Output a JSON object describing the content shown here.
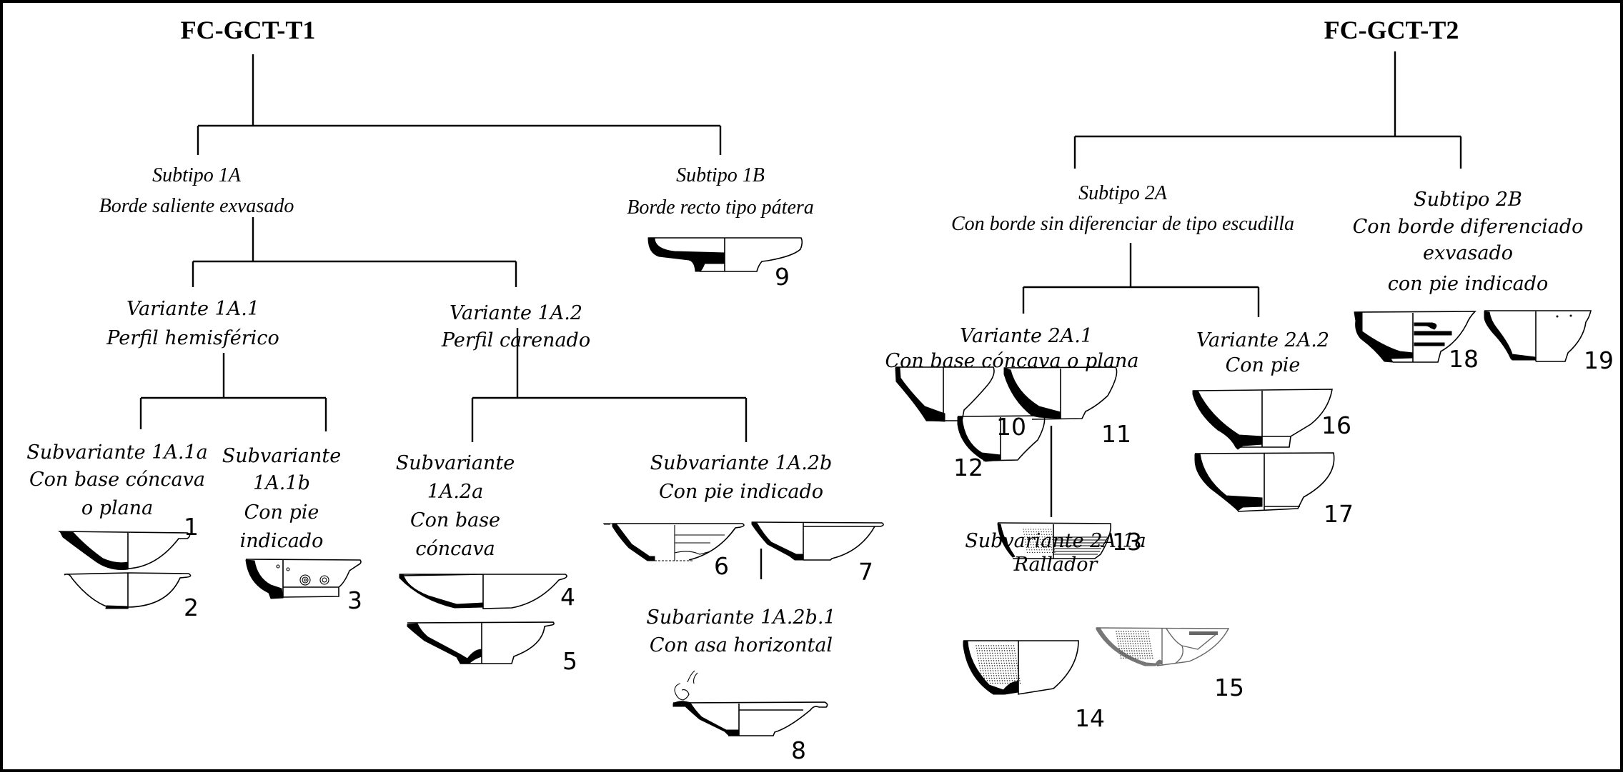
{
  "types": [
    {
      "title": "FC-GCT-T1",
      "subtypes": [
        {
          "label": "Subtipo 1A",
          "desc": "Borde saliente exvasado",
          "variants": [
            {
              "label": "Variante 1A.1",
              "desc": "Perfil hemisférico",
              "subvariants": [
                {
                  "lines": [
                    "Subvariante 1A.1a",
                    "Con base cóncava",
                    "o plana"
                  ],
                  "vessels": [
                    "1",
                    "2"
                  ]
                },
                {
                  "lines": [
                    "Subvariante",
                    "1A.1b",
                    "Con pie",
                    "indicado"
                  ],
                  "vessels": [
                    "3"
                  ]
                }
              ]
            },
            {
              "label": "Variante 1A.2",
              "desc": "Perfil carenado",
              "subvariants": [
                {
                  "lines": [
                    "Subvariante",
                    "1A.2a",
                    "Con base",
                    "cóncava"
                  ],
                  "vessels": [
                    "4",
                    "5"
                  ]
                },
                {
                  "lines": [
                    "Subvariante 1A.2b",
                    "Con pie indicado"
                  ],
                  "vessels": [
                    "6",
                    "7"
                  ],
                  "children": [
                    {
                      "lines": [
                        "Subariante 1A.2b.1",
                        "Con asa horizontal"
                      ],
                      "vessels": [
                        "8"
                      ]
                    }
                  ]
                }
              ]
            }
          ]
        },
        {
          "label": "Subtipo 1B",
          "desc": "Borde recto tipo pátera",
          "vessels": [
            "9"
          ]
        }
      ]
    },
    {
      "title": "FC-GCT-T2",
      "subtypes": [
        {
          "label": "Subtipo 2A",
          "desc": "Con borde sin diferenciar de tipo escudilla",
          "variants": [
            {
              "label": "Variante 2A.1",
              "desc": "Con base cóncava o plana",
              "vessels": [
                "10",
                "11",
                "12"
              ],
              "subvariants": [
                {
                  "lines": [
                    "Subvariante 2A.1a",
                    "Rallador"
                  ],
                  "vessels": [
                    "13",
                    "14",
                    "15"
                  ]
                }
              ]
            },
            {
              "label": "Variante 2A.2",
              "desc": "Con pie",
              "vessels": [
                "16",
                "17"
              ]
            }
          ]
        },
        {
          "label": "Subtipo 2B",
          "lines": [
            "Subtipo 2B",
            "Con borde diferenciado",
            "exvasado",
            "con pie indicado"
          ],
          "vessels": [
            "18",
            "19"
          ]
        }
      ]
    }
  ]
}
